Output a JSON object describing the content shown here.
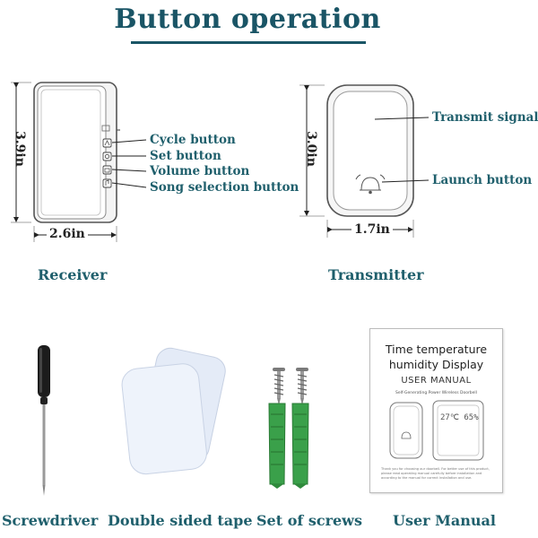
{
  "title": "Button operation",
  "receiver": {
    "caption": "Receiver",
    "height_label": "3.9in",
    "width_label": "2.6in",
    "buttons": [
      {
        "label": "Cycle button",
        "icon": "cycle-icon"
      },
      {
        "label": "Set button",
        "icon": "set-icon"
      },
      {
        "label": "Volume button",
        "icon": "volume-icon"
      },
      {
        "label": "Song selection button",
        "icon": "song-icon"
      }
    ]
  },
  "transmitter": {
    "caption": "Transmitter",
    "height_label": "3.0in",
    "width_label": "1.7in",
    "transmit_label": "Transmit signal",
    "launch_label": "Launch button"
  },
  "accessories": [
    {
      "caption": "Screwdriver"
    },
    {
      "caption": "Double sided tape"
    },
    {
      "caption": "Set of screws"
    },
    {
      "caption": "User Manual"
    }
  ],
  "manual": {
    "title_line1": "Time temperature",
    "title_line2": "humidity Display",
    "subtitle": "USER MANUAL",
    "tagline": "Self-Generating Power Wireless Doorbell",
    "display_text": "27℃ 65%",
    "note": "Thank you for choosing our doorbell. For better use of this product, please read operating manual carefully before installation and according to the manual for correct installation and use."
  },
  "colors": {
    "heading": "#1a5566",
    "label": "#1f5f6c",
    "screw_anchor": "#3aa04a"
  }
}
